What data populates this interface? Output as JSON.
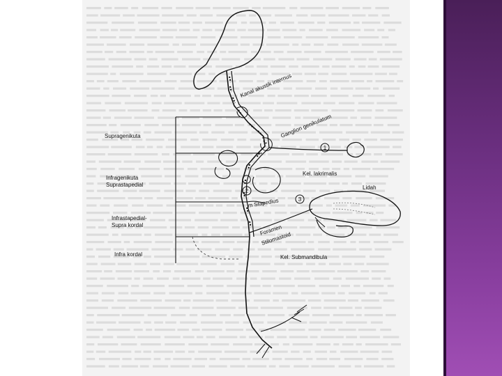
{
  "diagram": {
    "nerve_labels": {
      "kanal": "Kanal akustik internus",
      "ganglion": "Ganglion genikulatum",
      "lakrimalis": "Kel. lakrimalis",
      "lidah": "Lidah",
      "stapedius": "m Stapedius",
      "foramen_line1": "Foramen",
      "foramen_line2": "Stilomastoid",
      "submandibula": "Kel. Submandibula"
    },
    "segment_labels": {
      "supragenikuta": "Supragenikuta",
      "infragenikuta": "Infragenikuta",
      "suprastapedial": "Suprastapedial",
      "infrastapedial": "Infrastapedial-",
      "supra_kordal": "Supra kordal",
      "infra_kordal": "Infra kordal"
    },
    "markers": [
      "1",
      "2",
      "3"
    ]
  },
  "colors": {
    "sidebar": "#6b2f80",
    "sidebar_edge": "#2d0f38",
    "ink": "#111111"
  }
}
